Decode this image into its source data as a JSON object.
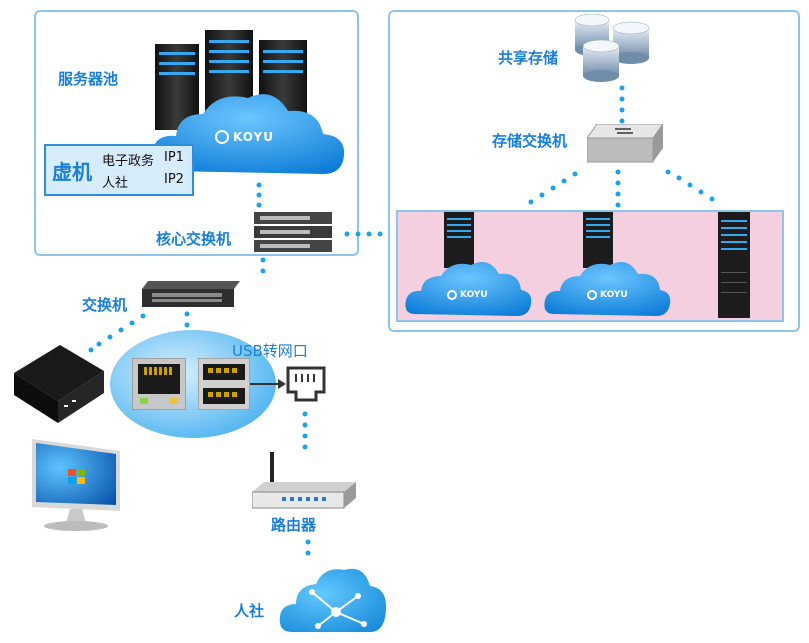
{
  "labels": {
    "server_pool": "服务器池",
    "core_switch": "核心交换机",
    "switch": "交换机",
    "shared_storage": "共享存储",
    "storage_switch": "存储交换机",
    "usb_to_lan": "USB转网口",
    "router": "路由器",
    "social": "人社"
  },
  "vm_box": {
    "title": "虚机",
    "line1_name": "电子政务",
    "line1_ip": "IP1",
    "line2_name": "人社",
    "line2_ip": "IP2"
  },
  "brand": "KOYU",
  "colors": {
    "accent_blue": "#1a7fd6",
    "panel_border": "#8cc4ec",
    "pink_zone": "#f4cfe0",
    "dot_blue": "#19a3e8",
    "cloud_blue": "#1c96e6"
  },
  "icons": [
    "server-tower-icon",
    "cloud-icon",
    "switch-icon",
    "storage-disk-icon",
    "usb-port-icon",
    "ethernet-port-icon",
    "router-icon",
    "desktop-monitor-icon",
    "mini-pc-icon"
  ]
}
